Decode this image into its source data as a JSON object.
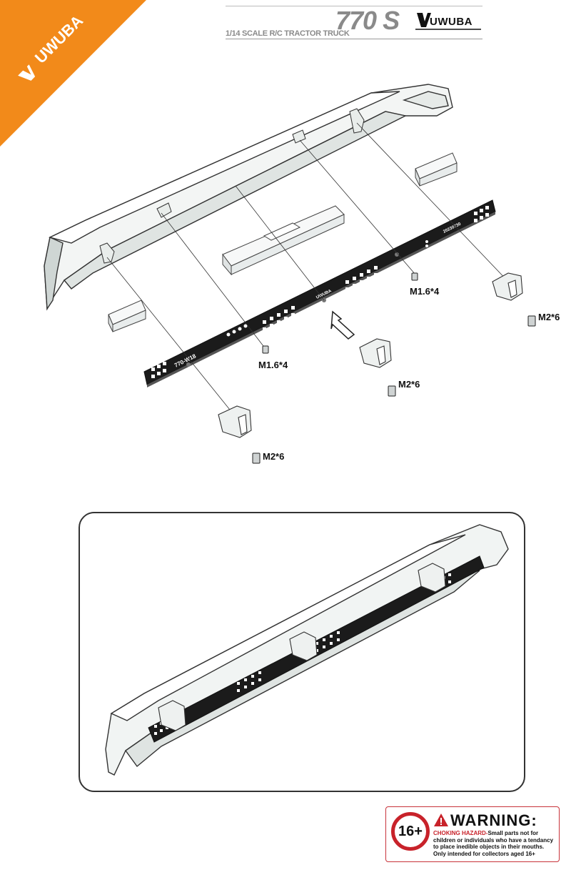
{
  "header": {
    "model": "770 S",
    "subtitle": "1/14 SCALE R/C TRACTOR TRUCK",
    "brand": "UWUBA"
  },
  "corner_logo": {
    "brand": "UWUBA",
    "color": "#f28a1a"
  },
  "diagram": {
    "screw_labels": {
      "top_right_m16": "M1.6*4",
      "right_m2": "M2*6",
      "mid_m16": "M1.6*4",
      "mid_m2": "M2*6",
      "left_m2": "M2*6"
    },
    "board_text": "770-W18",
    "board_code": "20230730",
    "board_logo": "UWUBA"
  },
  "warning": {
    "age": "16+",
    "title": "WARNING:",
    "hazard_label": "CHOKING HAZARD-",
    "body": "Small parts not for children or individuals who have a tendancy to place inedible objects in their mouths. Only intended for collectors aged 16+",
    "accent": "#c8222a"
  }
}
